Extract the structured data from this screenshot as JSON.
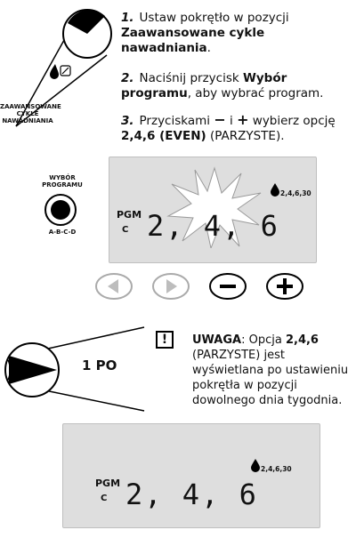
{
  "steps": [
    {
      "num": "1.",
      "pre": "Ustaw pokrętło w pozycji ",
      "bold": "Zaawansowane cykle nawadniania",
      "post": "."
    },
    {
      "num": "2.",
      "pre": "Naciśnij przycisk ",
      "bold": "Wybór programu",
      "post": ", aby wybrać program."
    },
    {
      "num": "3.",
      "pre": "Przyciskami ",
      "minus": "−",
      "mid": " i ",
      "plus": "+",
      "post": " wybierz opcję ",
      "bold": "2,4,6 (EVEN)",
      "tail": " (PARZYSTE)."
    }
  ],
  "dial1": {
    "label_line1": "ZAAWANSOWANE",
    "label_line2": "CYKLE",
    "label_line3": "NAWADNIANIA"
  },
  "prog_button": {
    "label_line1": "WYBÓR",
    "label_line2": "PROGRAMU",
    "sub": "A-B-C-D"
  },
  "lcd1": {
    "pgm": "PGM",
    "prog": "C",
    "digits": "2, 4, 6",
    "tag": "2,4,6,30"
  },
  "buttons": {
    "left": "left-arrow",
    "right": "right-arrow",
    "minus": "−",
    "plus": "+"
  },
  "dial2": {
    "label": "1 PO"
  },
  "note": {
    "icon": "!",
    "title": "UWAGA",
    "pre": ": Opcja ",
    "bold": "2,4,6",
    "post": " (PARZYSTE) jest wyświetlana po ustawieniu pokrętła w pozycji dowolnego dnia tygodnia."
  },
  "lcd2": {
    "pgm": "PGM",
    "prog": "C",
    "digits": "2, 4, 6",
    "tag": "2,4,6,30"
  }
}
